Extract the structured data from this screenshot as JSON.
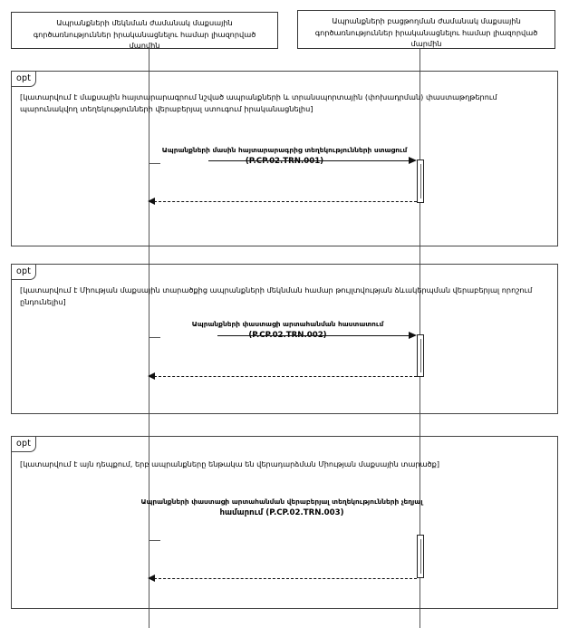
{
  "diagram": {
    "type": "uml-sequence-diagram",
    "participants": [
      {
        "id": "departure-customs-authority",
        "label": "Ապրանքների մեկնման ժամանակ մաքսային գործառնություններ իրականացնելու համար լիազորված մարմին"
      },
      {
        "id": "release-customs-authority",
        "label": "Ապրանքների բացթողման ժամանակ մաքսային գործառնություններ իրականացնելու համար լիազորված մարմին"
      }
    ],
    "fragments": [
      {
        "operator": "opt",
        "guard": "[կատարվում է մաքսային հայտարարագրում նշված ապրանքների և տրանսպորտային (փոխադրման) փաստաթղթերում պարունակվող տեղեկությունների վերաբերյալ ստուգում իրականացնելիս]",
        "message": {
          "name": "Ապրանքների մասին հայտարարագրից տեղեկությունների ստացում",
          "code": "(P.CP.02.TRN.001)",
          "direction": "left-to-right",
          "kind": "synchronous-call",
          "has_reply": true
        }
      },
      {
        "operator": "opt",
        "guard": "[կատարվում է Միության մաքսային տարածքից ապրանքների մեկնման համար թույլտվության ձևակերպման վերաբերյալ որոշում ընդունելիս]",
        "message": {
          "name": "Ապրանքների փաստացի արտահանման հաստատում",
          "code": "(P.CP.02.TRN.002)",
          "direction": "left-to-right",
          "kind": "synchronous-call",
          "has_reply": true
        }
      },
      {
        "operator": "opt",
        "guard": "[կատարվում է այն դեպքում, երբ ապրանքները ենթակա են վերադարձման Միության մաքսային տարածք]",
        "message": {
          "name": "Ապրանքների փաստացի արտահանման վերաբերյալ տեղեկությունների չեղյալ",
          "code": "համարում (P.CP.02.TRN.003)",
          "direction": "left-to-right",
          "kind": "synchronous-call",
          "has_reply": true
        }
      }
    ],
    "bottom_caption": ""
  },
  "colors": {
    "line": "#333333",
    "fragment_border": "#444444",
    "arrow": "#111111",
    "background": "#ffffff"
  }
}
